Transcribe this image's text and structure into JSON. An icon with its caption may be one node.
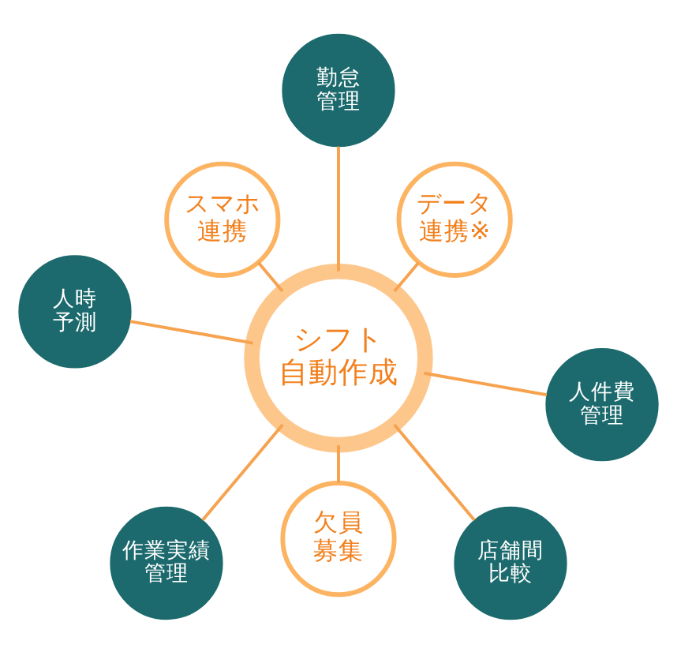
{
  "diagram": {
    "nodes": [
      {
        "text": [
          "勤怠管理"
        ]
      },
      {
        "text": [
          "スマホ連携"
        ]
      },
      {
        "text": [
          "データ連携※"
        ]
      },
      {
        "text": [
          "人時予測"
        ]
      },
      {
        "text": [
          "シフト自動作成"
        ]
      },
      {
        "text": [
          "人件費管理"
        ]
      },
      {
        "text": [
          "作業実績管理"
        ]
      },
      {
        "text": [
          "欠員募集"
        ]
      },
      {
        "text": [
          "店舗間比較"
        ]
      }
    ],
    "edges": [
      {
        "from": 4,
        "to": 0,
        "arrow": "none"
      },
      {
        "from": 4,
        "to": 2,
        "arrow": "none"
      },
      {
        "from": 4,
        "to": 5,
        "arrow": "none"
      },
      {
        "from": 4,
        "to": 8,
        "arrow": "none"
      },
      {
        "from": 4,
        "to": 7,
        "arrow": "none"
      },
      {
        "from": 4,
        "to": 6,
        "arrow": "none"
      },
      {
        "from": 4,
        "to": 3,
        "arrow": "none"
      },
      {
        "from": 4,
        "to": 1,
        "arrow": "none"
      }
    ]
  }
}
